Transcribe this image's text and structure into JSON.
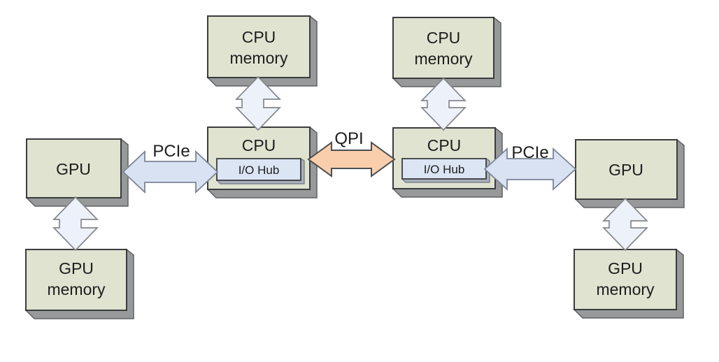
{
  "nodes": {
    "cpu_memory_left": {
      "line1": "CPU",
      "line2": "memory"
    },
    "cpu_memory_right": {
      "line1": "CPU",
      "line2": "memory"
    },
    "cpu_left": {
      "label": "CPU"
    },
    "cpu_right": {
      "label": "CPU"
    },
    "io_hub_left": {
      "label": "I/O Hub"
    },
    "io_hub_right": {
      "label": "I/O Hub"
    },
    "gpu_left": {
      "label": "GPU"
    },
    "gpu_right": {
      "label": "GPU"
    },
    "gpu_memory_left": {
      "line1": "GPU",
      "line2": "memory"
    },
    "gpu_memory_right": {
      "line1": "GPU",
      "line2": "memory"
    }
  },
  "links": {
    "qpi": {
      "label": "QPI"
    },
    "pcie_left": {
      "label": "PCIe"
    },
    "pcie_right": {
      "label": "PCIe"
    }
  },
  "colors": {
    "background": "#ffffff",
    "node_fill": "#e0e3d0",
    "node_side_fill": "#98999b",
    "node_border": "#3b3c3e",
    "io_hub_fill": "#dbe5f4",
    "io_hub_side_fill": "#a9b0bc",
    "memory_link_fill": "#edf2fa",
    "pcie_link_fill": "#d8e2f2",
    "qpi_link_fill": "#f8cead",
    "text": "#1d1d1d"
  }
}
